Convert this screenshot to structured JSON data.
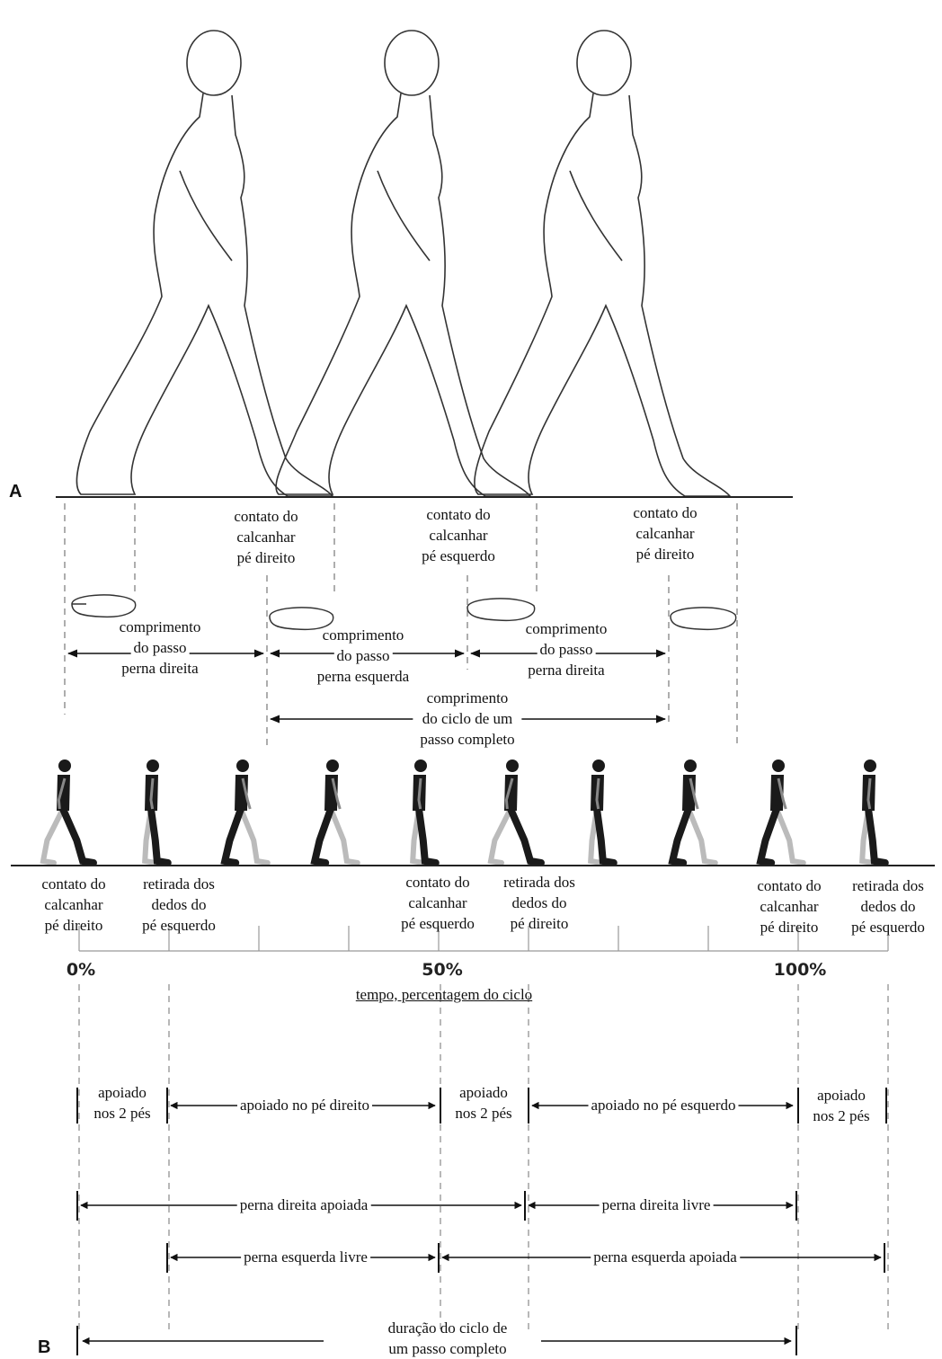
{
  "panel_a": {
    "tag": "A",
    "heel_contacts": [
      {
        "lines": [
          "contato do",
          "calcanhar",
          "pé direito"
        ]
      },
      {
        "lines": [
          "contato do",
          "calcanhar",
          "pé esquerdo"
        ]
      },
      {
        "lines": [
          "contato do",
          "calcanhar",
          "pé direito"
        ]
      }
    ],
    "step_lengths": [
      {
        "lines": [
          "comprimento",
          "do passo",
          "perna direita"
        ]
      },
      {
        "lines": [
          "comprimento",
          "do passo",
          "perna esquerda"
        ]
      },
      {
        "lines": [
          "comprimento",
          "do passo",
          "perna direita"
        ]
      }
    ],
    "cycle_length": {
      "lines": [
        "comprimento",
        "do ciclo de um",
        "passo completo"
      ]
    }
  },
  "event_labels": [
    {
      "lines": [
        "contato do",
        "calcanhar",
        "pé direito"
      ]
    },
    {
      "lines": [
        "retirada dos",
        "dedos do",
        "pé esquerdo"
      ]
    },
    {
      "lines": [
        "contato do",
        "calcanhar",
        "pé esquerdo"
      ]
    },
    {
      "lines": [
        "retirada dos",
        "dedos do",
        "pé direito"
      ]
    },
    {
      "lines": [
        "contato do",
        "calcanhar",
        "pé direito"
      ]
    },
    {
      "lines": [
        "retirada dos",
        "dedos do",
        "pé esquerdo"
      ]
    }
  ],
  "time_axis": {
    "ticks": [
      "0%",
      "50%",
      "100%"
    ],
    "label": "tempo, percentagem do ciclo"
  },
  "support_phases": [
    {
      "lines": [
        "apoiado",
        "nos 2 pés"
      ]
    },
    {
      "lines": [
        "apoiado no pé direito"
      ]
    },
    {
      "lines": [
        "apoiado",
        "nos 2 pés"
      ]
    },
    {
      "lines": [
        "apoiado no pé esquerdo"
      ]
    },
    {
      "lines": [
        "apoiado",
        "nos 2 pés"
      ]
    }
  ],
  "leg_phases": {
    "right_stance": "perna direita apoiada",
    "right_swing": "perna direita livre",
    "left_swing": "perna esquerda livre",
    "left_stance": "perna esquerda apoiada"
  },
  "cycle_duration": {
    "lines": [
      "duração do ciclo de",
      "um passo completo"
    ]
  },
  "panel_b": {
    "tag": "B"
  },
  "colors": {
    "ink": "#111111",
    "silhouette": "#1a1a1a",
    "dash": "#777777"
  }
}
